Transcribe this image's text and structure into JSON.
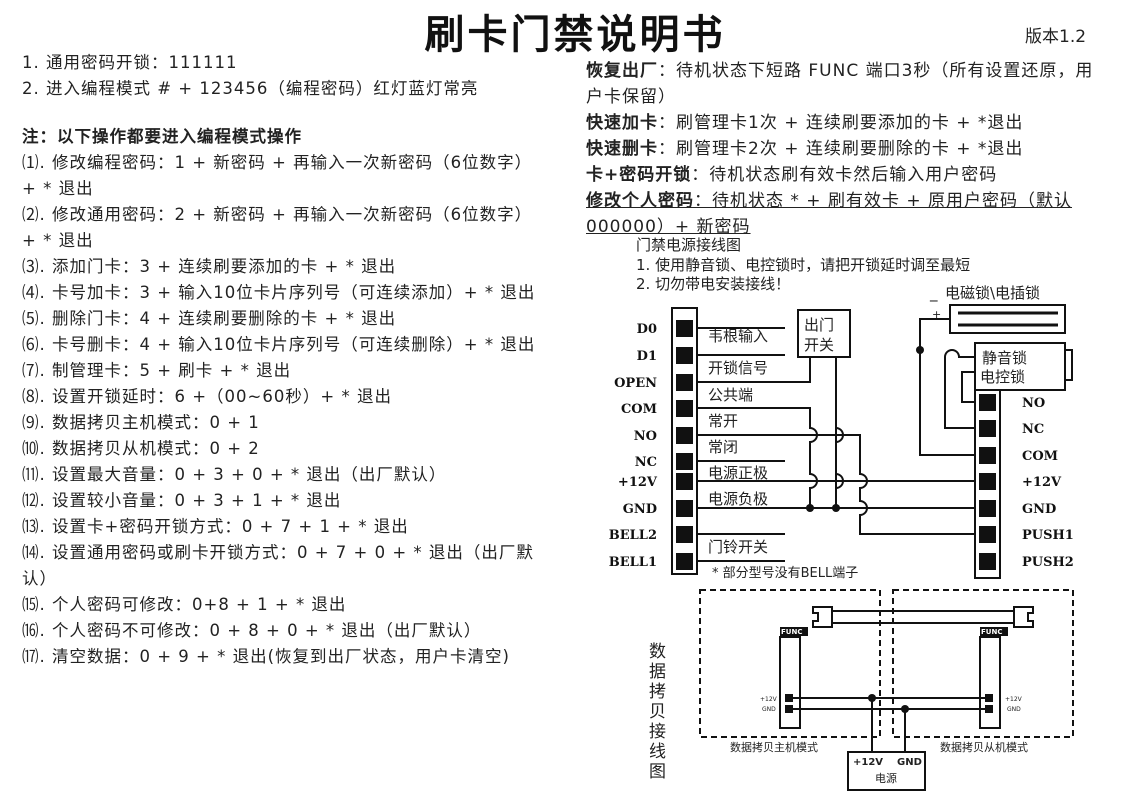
{
  "title": "刷卡门禁说明书",
  "version": "版本1.2",
  "intro": [
    "1. 通用密码开锁：111111",
    "2. 进入编程模式 # + 123456（编程密码）红灯蓝灯常亮"
  ],
  "note": "注：以下操作都要进入编程模式操作",
  "steps": [
    "⑴. 修改编程密码：1 + 新密码 + 再输入一次新密码（6位数字） + * 退出",
    "⑵. 修改通用密码：2 + 新密码 + 再输入一次新密码（6位数字） + * 退出",
    "⑶. 添加门卡：3 + 连续刷要添加的卡 + * 退出",
    "⑷. 卡号加卡：3 + 输入10位卡片序列号（可连续添加）+ * 退出",
    "⑸. 删除门卡：4 + 连续刷要删除的卡 + * 退出",
    "⑹. 卡号删卡：4 + 输入10位卡片序列号（可连续删除）+ * 退出",
    "⑺. 制管理卡：5 + 刷卡 + * 退出",
    "⑻. 设置开锁延时：6 +（00~60秒）+ * 退出",
    "⑼. 数据拷贝主机模式：0 + 1",
    "⑽. 数据拷贝从机模式：0 + 2",
    "⑾. 设置最大音量：0 + 3 + 0 + * 退出（出厂默认）",
    "⑿. 设置较小音量：0 + 3 + 1 + * 退出",
    "⒀. 设置卡+密码开锁方式：0 + 7 + 1 + * 退出",
    "⒁. 设置通用密码或刷卡开锁方式：0 + 7 + 0 + * 退出（出厂默认）",
    "⒂. 个人密码可修改：0+8 + 1 + * 退出",
    "⒃. 个人密码不可修改：0 + 8 + 0 + * 退出（出厂默认）",
    "⒄. 清空数据：0 + 9 + * 退出(恢复到出厂状态，用户卡清空)"
  ],
  "quick": [
    {
      "label": "恢复出厂",
      "text": "：待机状态下短路 FUNC 端口3秒（所有设置还原，用户卡保留）"
    },
    {
      "label": "快速加卡",
      "text": "：刷管理卡1次 + 连续刷要添加的卡 + *退出"
    },
    {
      "label": "快速删卡",
      "text": "：刷管理卡2次 + 连续刷要删除的卡 + *退出"
    },
    {
      "label": "卡+密码开锁",
      "text": "：待机状态刷有效卡然后输入用户密码"
    },
    {
      "label": "修改个人密码",
      "text": "：待机状态 * + 刷有效卡 + 原用户密码（默认000000）+ 新密码"
    }
  ],
  "wiring": {
    "title": "门禁电源接线图",
    "notes": [
      "1. 使用静音锁、电控锁时，请把开锁延时调至最短",
      "2. 切勿带电安装接线！"
    ],
    "left_pins": [
      "D0",
      "D1",
      "OPEN",
      "COM",
      "NO",
      "NC",
      "+12V",
      "GND",
      "BELL2",
      "BELL1"
    ],
    "wire_labels": [
      "韦根输入",
      "开锁信号",
      "公共端",
      "常开",
      "常闭",
      "电源正极",
      "电源负极",
      "门铃开关"
    ],
    "exit_switch": [
      "出门",
      "开关"
    ],
    "mag_lock": "电磁锁\\电插锁",
    "mag_minus": "_",
    "mag_plus": "+",
    "silent_lock": [
      "静音锁",
      "电控锁"
    ],
    "right_pins": [
      "NO",
      "NC",
      "COM",
      "+12V",
      "GND",
      "PUSH1",
      "PUSH2"
    ],
    "bell_note": "* 部分型号没有BELL端子"
  },
  "copy": {
    "vertical_title": "数据拷贝接线图",
    "func": "FUNC",
    "v12": "+12V",
    "gnd": "GND",
    "master": "数据拷贝主机模式",
    "slave": "数据拷贝从机模式",
    "power": "电源",
    "power_v12": "+12V",
    "power_gnd": "GND"
  }
}
